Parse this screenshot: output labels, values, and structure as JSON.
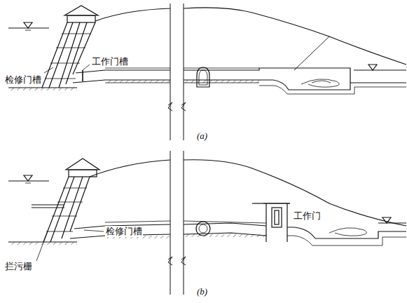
{
  "diagram": {
    "labels": [
      "检修门槽",
      "工作门槽",
      "(a)",
      "拦污栅",
      "检修门槽",
      "工作门",
      "(b)"
    ]
  }
}
